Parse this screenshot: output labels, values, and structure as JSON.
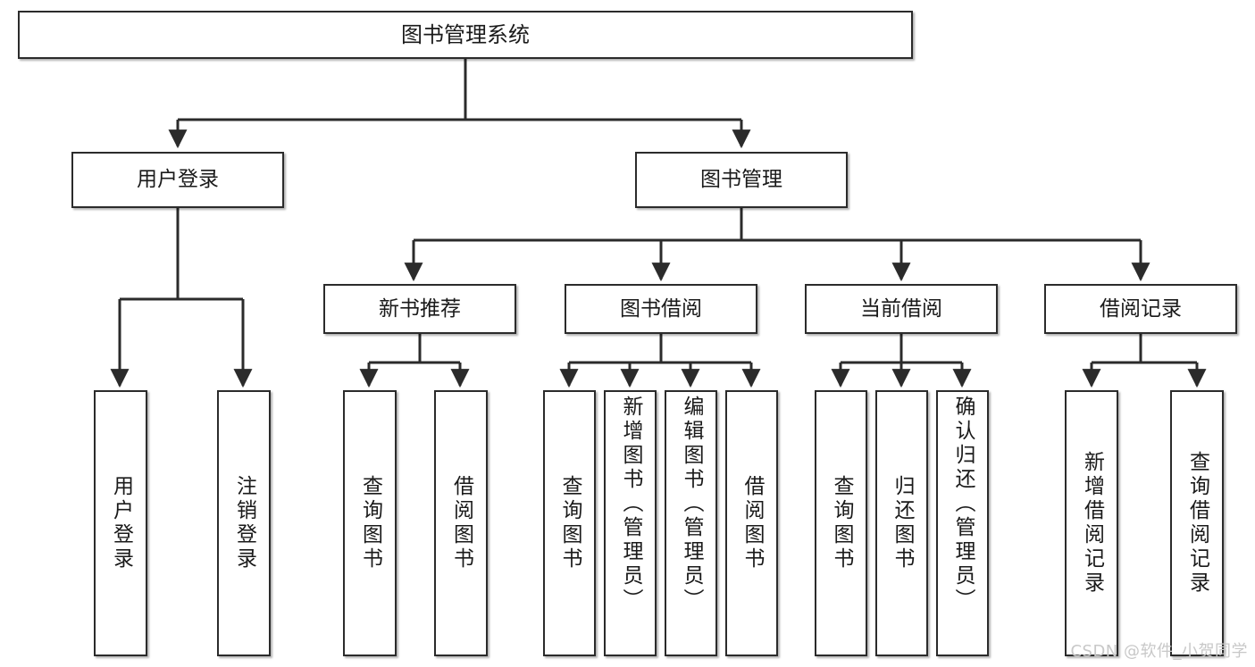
{
  "diagram": {
    "type": "tree-hierarchy",
    "title": "图书管理系统",
    "root": {
      "label": "图书管理系统"
    },
    "level1": [
      {
        "label": "用户登录"
      },
      {
        "label": "图书管理"
      }
    ],
    "level2": [
      {
        "label": "新书推荐"
      },
      {
        "label": "图书借阅"
      },
      {
        "label": "当前借阅"
      },
      {
        "label": "借阅记录"
      }
    ],
    "leaves": {
      "user_login": [
        {
          "label": "用户登录"
        },
        {
          "label": "注销登录"
        }
      ],
      "new_book_recommend": [
        {
          "label": "查询图书"
        },
        {
          "label": "借阅图书"
        }
      ],
      "book_borrow": [
        {
          "label": "查询图书"
        },
        {
          "label": "新增图书（管理员）"
        },
        {
          "label": "编辑图书（管理员）"
        },
        {
          "label": "借阅图书"
        }
      ],
      "current_borrow": [
        {
          "label": "查询图书"
        },
        {
          "label": "归还图书"
        },
        {
          "label": "确认归还（管理员）"
        }
      ],
      "borrow_record": [
        {
          "label": "新增借阅记录"
        },
        {
          "label": "查询借阅记录"
        }
      ]
    }
  },
  "watermark": {
    "text": "CSDN @软件_小贺同学"
  },
  "colors": {
    "box_border": "#2b2b2b",
    "box_fill": "#ffffff",
    "line": "#2b2b2b",
    "text": "#1a1a1a",
    "watermark": "#c8c8c8"
  }
}
